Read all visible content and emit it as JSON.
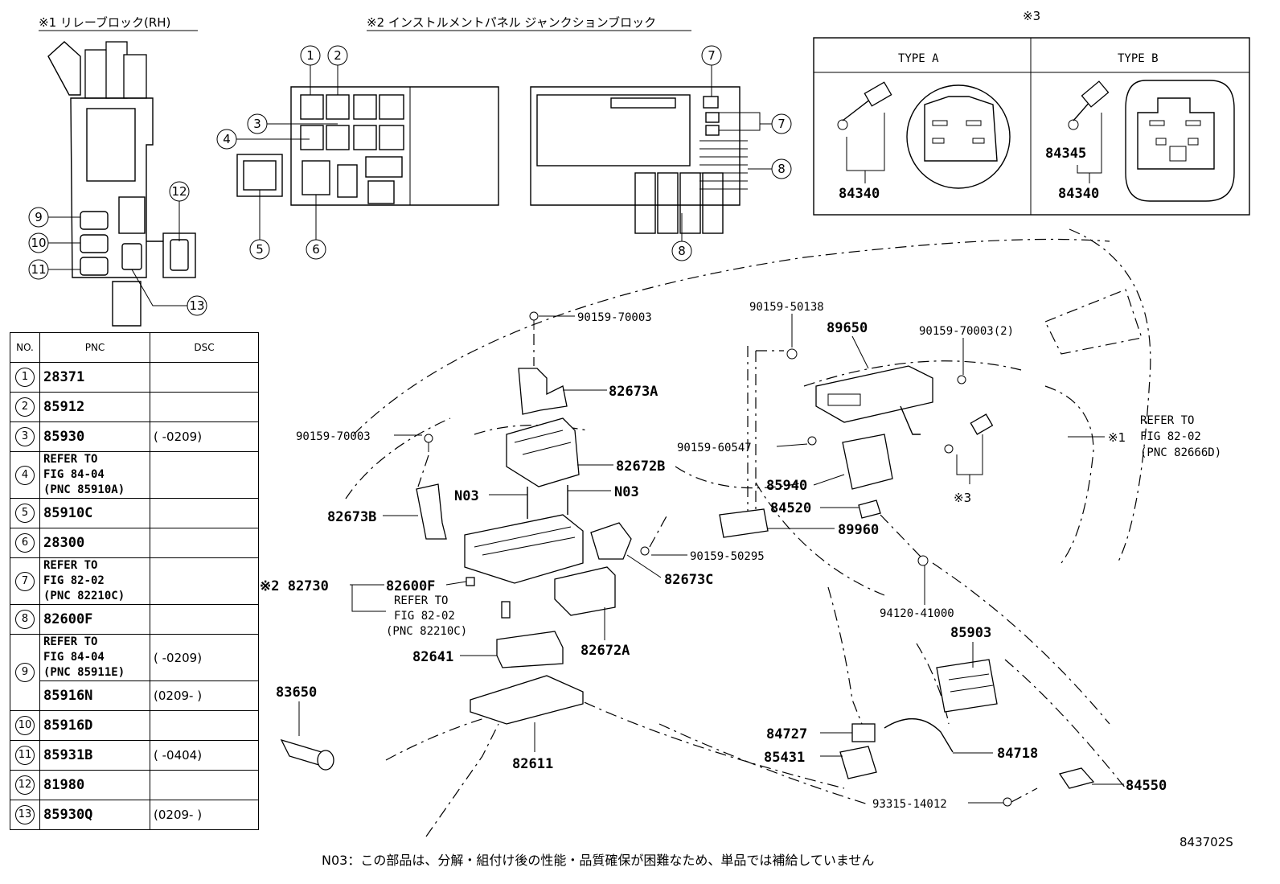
{
  "headers": {
    "relay_block": "※1 リレーブロック(RH)",
    "junction_block": "※2 インストルメントパネル ジャンクションブロック",
    "mark3": "※3"
  },
  "types": {
    "type_a": "TYPE A",
    "type_b": "TYPE B"
  },
  "table": {
    "col_no": "NO.",
    "col_pnc": "PNC",
    "col_dsc": "DSC",
    "rows": [
      {
        "no": "1",
        "pnc": "28371",
        "dsc": ""
      },
      {
        "no": "2",
        "pnc": "85912",
        "dsc": ""
      },
      {
        "no": "3",
        "pnc": "85930",
        "dsc": "(      -0209)"
      },
      {
        "no": "4",
        "pnc": "REFER TO\nFIG 84-04\n(PNC 85910A)",
        "dsc": ""
      },
      {
        "no": "5",
        "pnc": "85910C",
        "dsc": ""
      },
      {
        "no": "6",
        "pnc": "28300",
        "dsc": ""
      },
      {
        "no": "7",
        "pnc": "REFER TO\nFIG 82-02\n(PNC 82210C)",
        "dsc": ""
      },
      {
        "no": "8",
        "pnc": "82600F",
        "dsc": ""
      },
      {
        "no": "9",
        "pnc": "REFER TO\nFIG 84-04\n(PNC 85911E)",
        "dsc": "(      -0209)"
      },
      {
        "no": "",
        "pnc": "85916N",
        "dsc": "(0209-      )"
      },
      {
        "no": "10",
        "pnc": "85916D",
        "dsc": ""
      },
      {
        "no": "11",
        "pnc": "85931B",
        "dsc": "(      -0404)"
      },
      {
        "no": "12",
        "pnc": "81980",
        "dsc": ""
      },
      {
        "no": "13",
        "pnc": "85930Q",
        "dsc": "(0209-      )"
      }
    ]
  },
  "callouts": {
    "c1": "1",
    "c2": "2",
    "c3": "3",
    "c4": "4",
    "c5": "5",
    "c6": "6",
    "c7": "7",
    "c8": "8",
    "c9": "9",
    "c10": "10",
    "c11": "11",
    "c12": "12",
    "c13": "13"
  },
  "parts": {
    "p84340a": "84340",
    "p84340b": "84340",
    "p84345": "84345",
    "p90159_70003_top": "90159-70003",
    "p82673A": "82673A",
    "p90159_70003_left": "90159-70003",
    "p82672B": "82672B",
    "p82673B": "82673B",
    "pN03a": "N03",
    "pN03b": "N03",
    "p82730": "※2 82730",
    "p82600F": "82600F",
    "refer_82210c_1": "REFER TO",
    "refer_82210c_2": "FIG 82-02",
    "refer_82210c_3": "(PNC 82210C)",
    "p82672A": "82672A",
    "p82641": "82641",
    "p82611": "82611",
    "p83650": "83650",
    "p90159_50295": "90159-50295",
    "p82673C": "82673C",
    "p90159_50138": "90159-50138",
    "p89650": "89650",
    "p90159_60547": "90159-60547",
    "p85940": "85940",
    "p84520": "84520",
    "p89960": "89960",
    "p90159_70003_2": "90159-70003(2)",
    "refer_82666d_1": "REFER TO",
    "refer_82666d_2": "FIG 82-02",
    "refer_82666d_3": "(PNC 82666D)",
    "mark1": "※1",
    "mark3b": "※3",
    "p94120_41000": "94120-41000",
    "p85903": "85903",
    "p84727": "84727",
    "p85431": "85431",
    "p84718": "84718",
    "p84550": "84550",
    "p93315_14012": "93315-14012"
  },
  "footnote": "N03：この部品は、分解・組付け後の性能・品質確保が困難なため、単品では補給していません",
  "figure_code": "843702S"
}
